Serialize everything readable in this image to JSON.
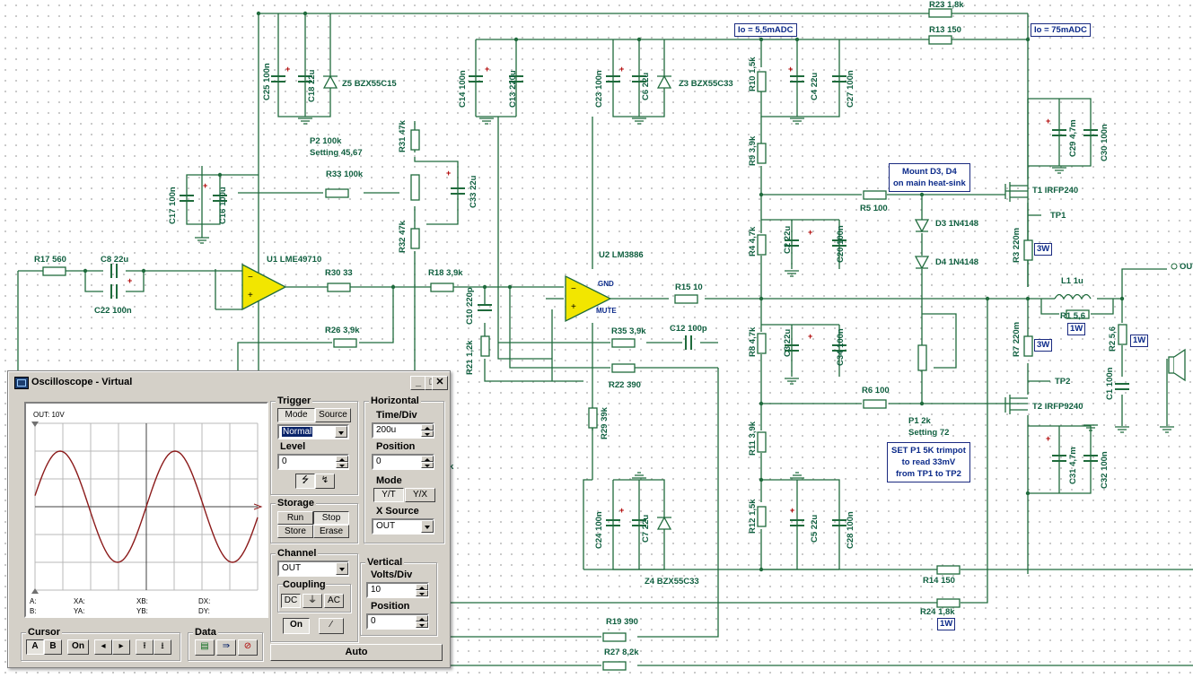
{
  "schematic": {
    "components": {
      "r23": "R23 1,8k",
      "r13": "R13 150",
      "io1": "Io = 5,5mADC",
      "io2": "Io = 75mADC",
      "c25": "C25 100n",
      "c18": "C18 22u",
      "z5": "Z5 BZX55C15",
      "c14": "C14 100n",
      "c13": "C13 220u",
      "c23": "C23 100n",
      "c6": "C6 22u",
      "z3": "Z3 BZX55C33",
      "r10": "R10 1,5k",
      "c4": "C4 22u",
      "c27": "C27 100n",
      "c29": "C29 4,7m",
      "c30": "C30 100n",
      "r31": "R31 47k",
      "p2": "P2 100k",
      "p2set": "Setting 45,67",
      "r33": "R33 100k",
      "c33": "C33 22u",
      "r32": "R32 47k",
      "c17": "C17 100n",
      "c16": "C16 100u",
      "r9": "R9 3,9k",
      "mount1": "Mount D3, D4",
      "mount2": "on main heat-sink",
      "r5": "R5 100",
      "t1": "T1 IRFP240",
      "tp1": "TP1",
      "d3": "D3 1N4148",
      "d4": "D4 1N4148",
      "r4": "R4 4,7k",
      "c2": "C2 22u",
      "c20": "C20 100n",
      "r3": "R3 220m",
      "w3a": "3W",
      "r17": "R17 560",
      "c8": "C8 22u",
      "c22": "C22 100n",
      "u1": "U1 LME49710",
      "r30": "R30 33",
      "r18": "R18 3,9k",
      "u2": "U2 LM3886",
      "gnd": "GND",
      "mute": "MUTE",
      "r15": "R15 10",
      "l1": "L1 1u",
      "r1": "R1 5,6",
      "w1a": "1W",
      "out": "OUT",
      "r2": "R2 5,6",
      "w1b": "1W",
      "r26": "R26 3,9k",
      "c10": "C10 220p",
      "r21": "R21 1,2k",
      "r35": "R35 3,9k",
      "c12": "C12 100p",
      "r8": "R8 4,7k",
      "c3": "C3 22u",
      "c34": "C34 100n",
      "r7": "R7 220m",
      "w3b": "3W",
      "c1": "C1 100n",
      "tp2": "TP2",
      "r22": "R22 390",
      "r6": "R6 100",
      "t2": "T2 IRFP9240",
      "r29": "R29 39k",
      "r11": "R11 3,9k",
      "p1": "P1 2k",
      "p1set": "Setting 72",
      "set1": "SET P1 5K trimpot",
      "set2": "to read 33mV",
      "set3": "from TP1 to TP2",
      "c31": "C31 4,7m",
      "c32": "C32 100n",
      "c24": "C24 100n",
      "c7": "C7 22u",
      "r12": "R12 1,5k",
      "c5": "C5 22u",
      "c28": "C28 100n",
      "z4": "Z4 BZX55C33",
      "r14": "R14 150",
      "r24": "R24 1,8k",
      "w1c": "1W",
      "r19": "R19 390",
      "r27": "R27 8,2k",
      "k": "k"
    }
  },
  "oscilloscope": {
    "title": "Oscilloscope - Virtual",
    "screen": {
      "channel_label": "OUT: 10V",
      "readouts": {
        "a": "A:",
        "b": "B:",
        "xa": "XA:",
        "ya": "YA:",
        "xb": "XB:",
        "yb": "YB:",
        "dx": "DX:",
        "dy": "DY:"
      }
    },
    "trigger": {
      "title": "Trigger",
      "mode_label": "Mode",
      "source_label": "Source",
      "mode_value": "Normal",
      "level_label": "Level",
      "level_value": "0",
      "rise_icon": "falling-edge-icon",
      "fall_icon": "rising-edge-icon"
    },
    "horizontal": {
      "title": "Horizontal",
      "time_div_label": "Time/Div",
      "time_div_value": "200u",
      "position_label": "Position",
      "position_value": "0",
      "mode_label": "Mode",
      "mode_yt": "Y/T",
      "mode_yx": "Y/X",
      "xsource_label": "X Source",
      "xsource_value": "OUT"
    },
    "storage": {
      "title": "Storage",
      "run": "Run",
      "stop": "Stop",
      "store": "Store",
      "erase": "Erase"
    },
    "channel": {
      "title": "Channel",
      "value": "OUT",
      "coupling_label": "Coupling",
      "dc": "DC",
      "ac": "AC",
      "on": "On"
    },
    "vertical": {
      "title": "Vertical",
      "volts_div_label": "Volts/Div",
      "volts_div_value": "10",
      "position_label": "Position",
      "position_value": "0"
    },
    "cursor": {
      "title": "Cursor",
      "a": "A",
      "b": "B",
      "on": "On"
    },
    "data": {
      "title": "Data"
    },
    "auto_button": "Auto",
    "colors": {
      "trace": "#8b1a1a",
      "wire": "#1f6b3c",
      "note": "#0b2a8a"
    }
  }
}
